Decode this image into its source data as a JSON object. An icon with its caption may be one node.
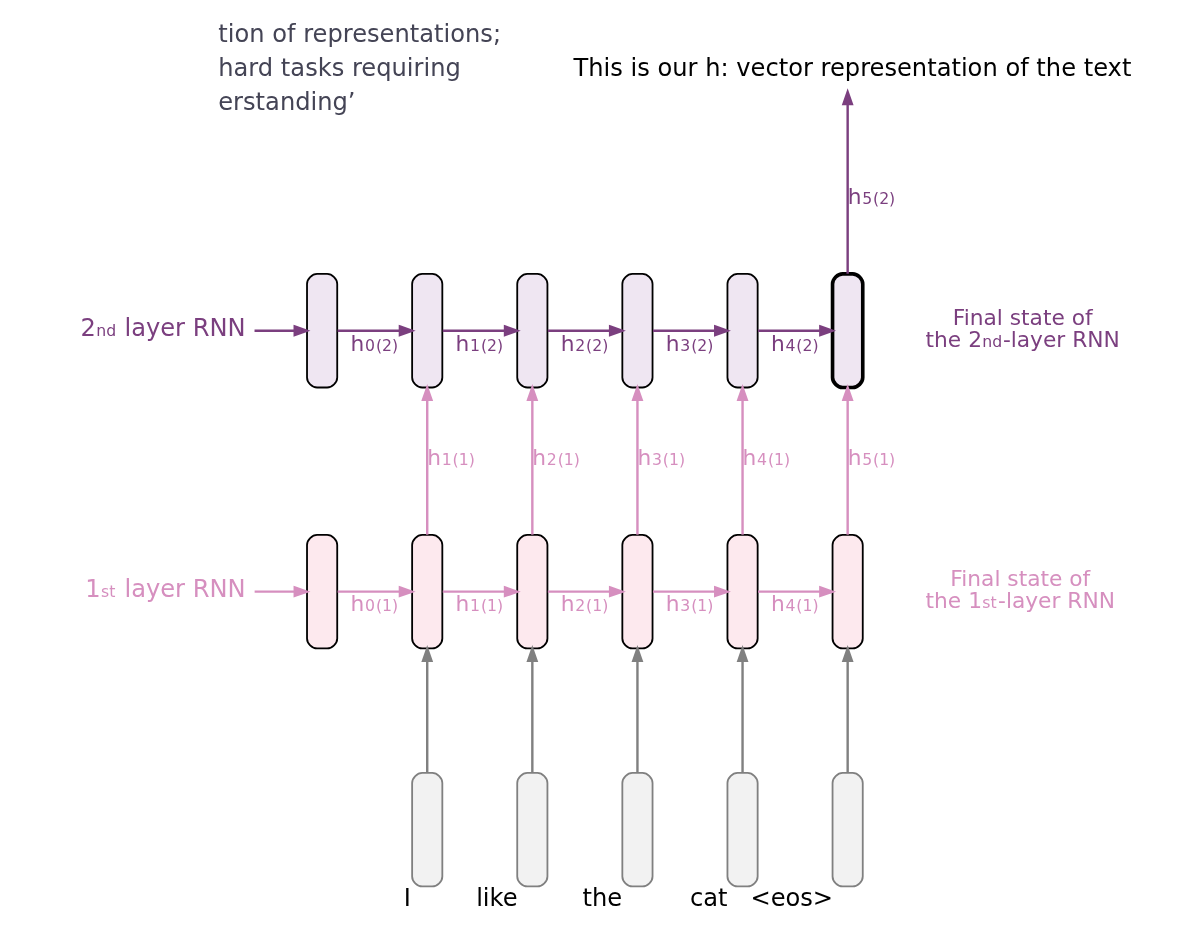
{
  "diagram": {
    "nodes": [
      {
        "text": [
          "This is our h: vector representation of the text"
        ]
      },
      {
        "text": [
          "2$^{nd}$ layer RNN"
        ]
      },
      {
        "text": [],
        "shape": "box"
      },
      {
        "text": [],
        "shape": "box"
      },
      {
        "text": [],
        "shape": "box"
      },
      {
        "text": [],
        "shape": "box"
      },
      {
        "text": [],
        "shape": "box"
      },
      {
        "text": [],
        "shape": "box",
        "beside": [
          "Final state of the 2$^{nd}$-layer RNN"
        ]
      },
      {
        "text": [
          "1$^{st}$ layer RNN"
        ]
      },
      {
        "text": [],
        "shape": "box"
      },
      {
        "text": [],
        "shape": "box"
      },
      {
        "text": [],
        "shape": "box"
      },
      {
        "text": [],
        "shape": "box"
      },
      {
        "text": [],
        "shape": "box"
      },
      {
        "text": [],
        "shape": "box",
        "beside": [
          "Final state of the 1$^{st}$-layer RNN"
        ]
      },
      {
        "text": [],
        "shape": "box",
        "beside": [
          "I"
        ]
      },
      {
        "text": [],
        "shape": "box",
        "beside": [
          "like"
        ]
      },
      {
        "text": [],
        "shape": "box",
        "beside": [
          "the"
        ]
      },
      {
        "text": [],
        "shape": "box",
        "beside": [
          "cat"
        ]
      },
      {
        "text": [],
        "shape": "box",
        "beside": [
          "<eos>"
        ]
      }
    ],
    "edges": [
      {
        "from": 1,
        "to": 2,
        "arrow": "to",
        "color": "#7b3f7f"
      },
      {
        "from": 2,
        "to": 3,
        "arrow": "to",
        "label": "h$_{0}$$^{(2)}$",
        "color": "#7b3f7f"
      },
      {
        "from": 3,
        "to": 4,
        "arrow": "to",
        "label": "h$_{1}$$^{(2)}$",
        "color": "#7b3f7f"
      },
      {
        "from": 4,
        "to": 5,
        "arrow": "to",
        "label": "h$_{2}$$^{(2)}$",
        "color": "#7b3f7f"
      },
      {
        "from": 5,
        "to": 6,
        "arrow": "to",
        "label": "h$_{3}$$^{(2)}$",
        "color": "#7b3f7f"
      },
      {
        "from": 6,
        "to": 7,
        "arrow": "to",
        "label": "h$_{4}$$^{(2)}$",
        "color": "#7b3f7f"
      },
      {
        "from": 7,
        "to": 0,
        "arrow": "to",
        "label": "h$_{5}$$^{(2)}$",
        "color": "#7b3f7f"
      },
      {
        "from": 10,
        "to": 3,
        "arrow": "to",
        "label": "h$_{1}$$^{(1)}$"
      },
      {
        "from": 11,
        "to": 4,
        "arrow": "to",
        "label": "h$_{2}$$^{(1)}$"
      },
      {
        "from": 12,
        "to": 5,
        "arrow": "to",
        "label": "h$_{3}$$^{(1)}$"
      },
      {
        "from": 13,
        "to": 6,
        "arrow": "to",
        "label": "h$_{4}$$^{(1)}$"
      },
      {
        "from": 14,
        "to": 7,
        "arrow": "to",
        "label": "h$_{5}$$^{(1)}$"
      },
      {
        "from": 8,
        "to": 9,
        "arrow": "to"
      },
      {
        "from": 9,
        "to": 10,
        "arrow": "to",
        "label": "h$_{0}$$^{(1)}$"
      },
      {
        "from": 10,
        "to": 11,
        "arrow": "to",
        "label": "h$_{1}$$^{(1)}$"
      },
      {
        "from": 11,
        "to": 12,
        "arrow": "to",
        "label": "h$_{2}$$^{(1)}$"
      },
      {
        "from": 12,
        "to": 13,
        "arrow": "to",
        "label": "h$_{3}$$^{(1)}$"
      },
      {
        "from": 13,
        "to": 14,
        "arrow": "to",
        "label": "h$_{4}$$^{(1)}$"
      },
      {
        "from": 15,
        "to": 10,
        "arrow": "to",
        "color": "#808080"
      },
      {
        "from": 16,
        "to": 11,
        "arrow": "to",
        "color": "#808080"
      },
      {
        "from": 17,
        "to": 12,
        "arrow": "to",
        "color": "#808080"
      },
      {
        "from": 18,
        "to": 13,
        "arrow": "to",
        "color": "#808080"
      },
      {
        "from": 19,
        "to": 14,
        "arrow": "to",
        "color": "#808080"
      }
    ],
    "labels": [
      "tion of representations;",
      "hard tasks requiring",
      "erstanding’"
    ]
  }
}
